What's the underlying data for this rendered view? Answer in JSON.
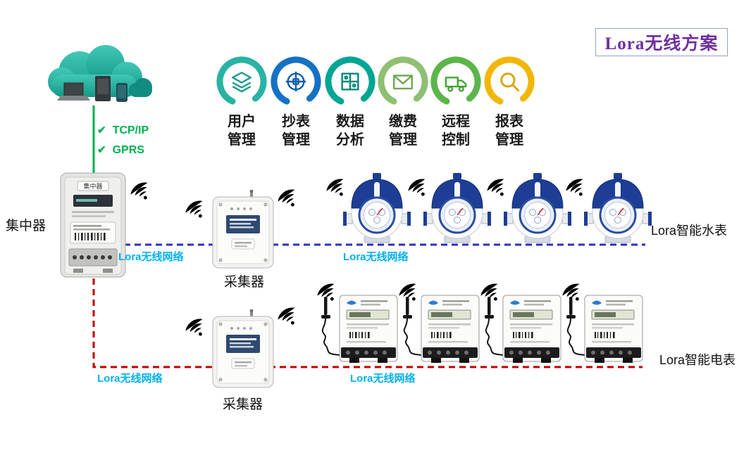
{
  "title": "Lora无线方案",
  "protocols": {
    "check": "✔",
    "items": [
      "TCP/IP",
      "GPRS"
    ]
  },
  "features": [
    {
      "label_line1": "用户",
      "label_line2": "管理",
      "ring_color": "#29B3A4",
      "icon_color": "#1D9A8C",
      "icon": "layers-icon"
    },
    {
      "label_line1": "抄表",
      "label_line2": "管理",
      "ring_color": "#1472C4",
      "icon_color": "#0F5FA8",
      "icon": "crosshair-icon"
    },
    {
      "label_line1": "数据",
      "label_line2": "分析",
      "ring_color": "#00A693",
      "icon_color": "#00897B",
      "icon": "grid-icon"
    },
    {
      "label_line1": "缴费",
      "label_line2": "管理",
      "ring_color": "#8FBF72",
      "icon_color": "#6FA855",
      "icon": "envelope-icon"
    },
    {
      "label_line1": "远程",
      "label_line2": "控制",
      "ring_color": "#5CB54A",
      "icon_color": "#47A437",
      "icon": "truck-icon"
    },
    {
      "label_line1": "报表",
      "label_line2": "管理",
      "ring_color": "#F2B705",
      "icon_color": "#D9A404",
      "icon": "magnifier-icon"
    }
  ],
  "labels": {
    "concentrator": "集中器",
    "concentrator_badge": "集中器",
    "collector_top": "采集器",
    "collector_bottom": "采集器",
    "water_meters": "Lora智能水表",
    "electric_meters": "Lora智能电表"
  },
  "network_labels": {
    "water_left": "Lora无线网络",
    "water_mid": "Lora无线网络",
    "electric_left": "Lora无线网络",
    "electric_mid": "Lora无线网络"
  },
  "colors": {
    "title": "#7030A0",
    "protocol_green": "#00B050",
    "water_line_blue": "#2A2FC2",
    "electric_line_red": "#C00000",
    "network_label_cyan": "#00B0F0",
    "wifi_blue": "#1E88E5",
    "cloud_teal": "#23B2A2",
    "meter_navy": "#1D3E94"
  }
}
